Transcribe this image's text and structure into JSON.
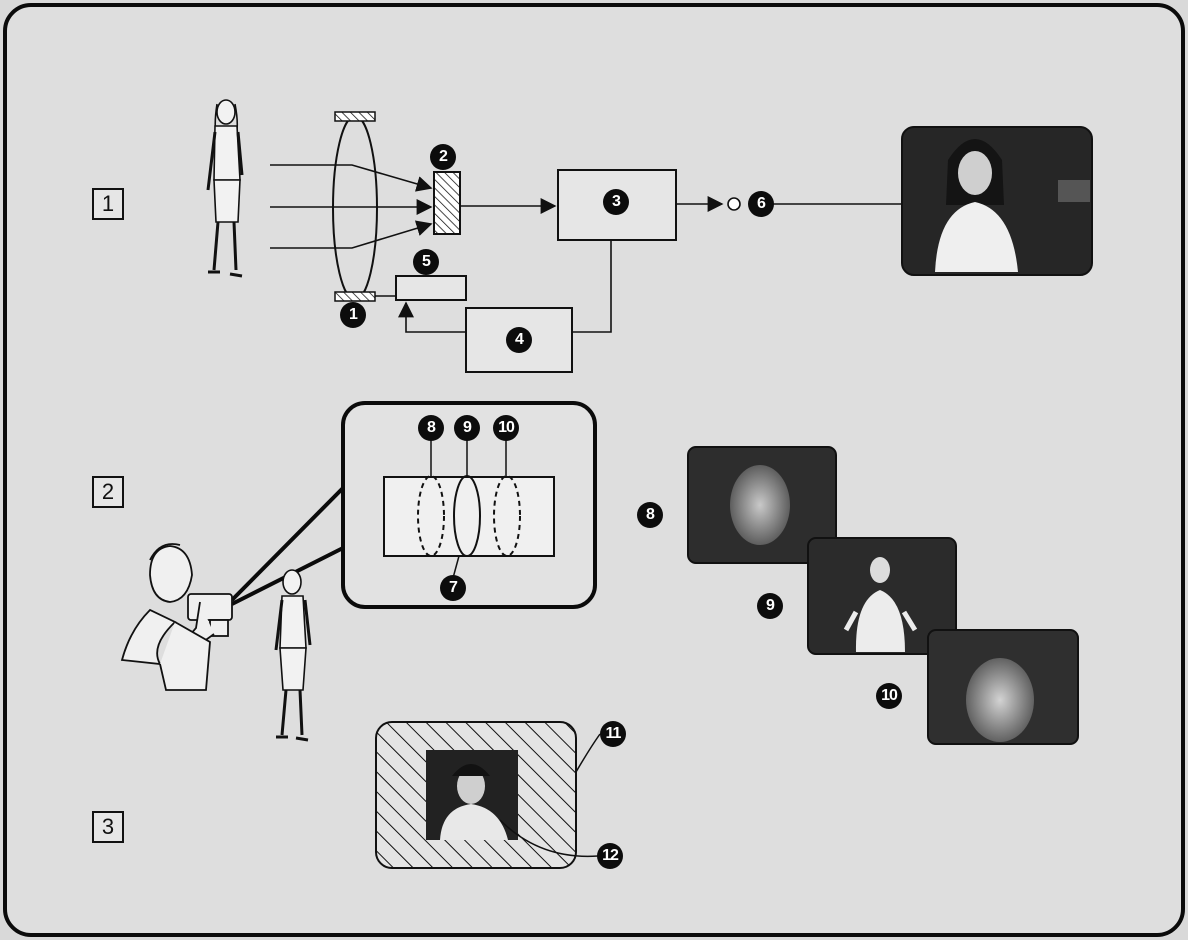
{
  "steps": [
    "1",
    "2",
    "3"
  ],
  "callouts": [
    "1",
    "2",
    "3",
    "4",
    "5",
    "6",
    "7",
    "8",
    "9",
    "10",
    "11",
    "12"
  ],
  "colors": {
    "background": "#d9d9d9",
    "ink": "#111111",
    "photo_dark": "#2a2a2a",
    "photo_light": "#e8e8e8"
  },
  "icons": {
    "person": "standing-woman-icon",
    "camera_operator": "camcorder-operator-icon",
    "lens": "lens-icon",
    "sensor": "image-sensor-icon",
    "output": "output-terminal-icon"
  }
}
